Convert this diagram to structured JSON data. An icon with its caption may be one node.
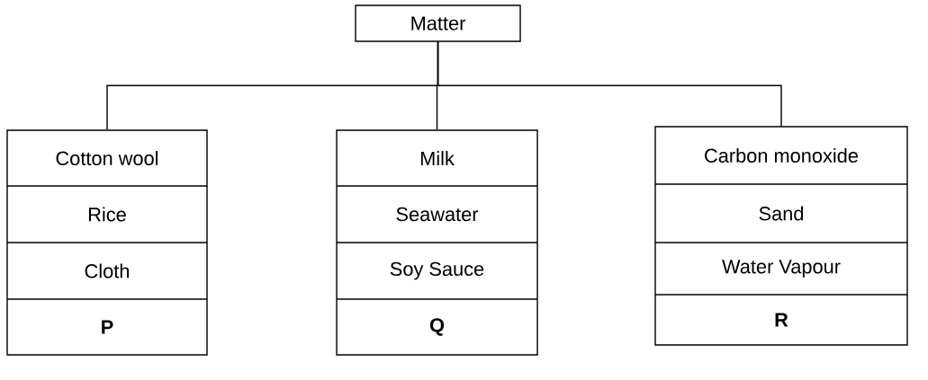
{
  "diagram": {
    "nodes": [
      {
        "text": [
          "Matter"
        ]
      },
      {
        "text": [
          "Cotton wool",
          "Rice",
          "Cloth",
          "P"
        ]
      },
      {
        "text": [
          "Milk",
          "Seawater",
          "Soy Sauce",
          "Q"
        ]
      },
      {
        "text": [
          "Carbon monoxide",
          "Sand",
          "Water Vapour",
          "R"
        ]
      }
    ],
    "edges": [
      {
        "from": 0,
        "to": 1,
        "arrow": "none"
      },
      {
        "from": 0,
        "to": 2,
        "arrow": "none"
      },
      {
        "from": 0,
        "to": 3,
        "arrow": "none"
      }
    ]
  }
}
